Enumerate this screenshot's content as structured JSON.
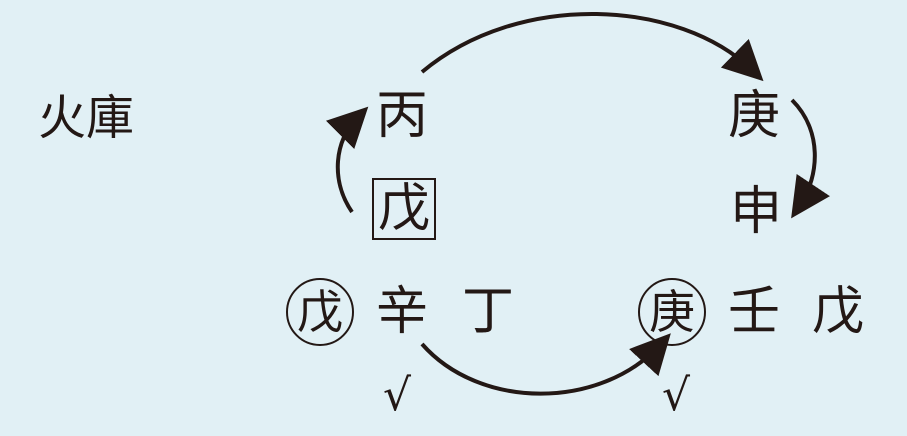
{
  "title": "火庫",
  "left_column": {
    "top": "丙",
    "boxed": "戊",
    "circled": "戊",
    "bottom_1": "辛",
    "bottom_2": "丁",
    "check": "√"
  },
  "right_column": {
    "top": "庚",
    "middle": "申",
    "circled": "庚",
    "bottom_1": "壬",
    "bottom_2": "戊",
    "check": "√"
  },
  "colors": {
    "background": "#e1f0f5",
    "ink": "#231815"
  }
}
